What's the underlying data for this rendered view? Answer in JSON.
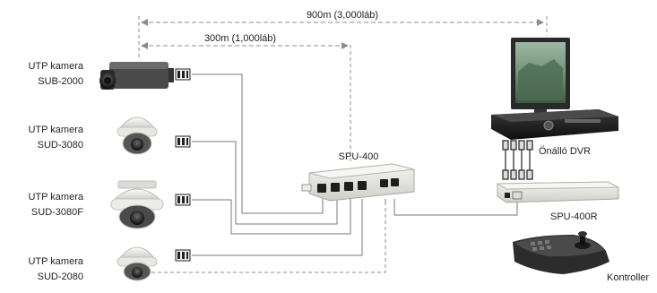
{
  "distances": {
    "long": "900m (3,000láb)",
    "short": "300m (1,000láb)"
  },
  "cameras": [
    {
      "type": "UTP kamera",
      "model": "SUB-2000",
      "icon": "box-camera-icon"
    },
    {
      "type": "UTP kamera",
      "model": "SUD-3080",
      "icon": "dome-camera-icon"
    },
    {
      "type": "UTP kamera",
      "model": "SUD-3080F",
      "icon": "dome-camera-icon"
    },
    {
      "type": "UTP kamera",
      "model": "SUD-2080",
      "icon": "dome-camera-icon"
    }
  ],
  "devices": {
    "hub": "SPU-400",
    "receiver": "SPU-400R",
    "dvr": "Önálló DVR",
    "controller": "Kontroller"
  },
  "colors": {
    "dashed": "#8c8c8c",
    "cable": "#7a7a7a",
    "device_body": "#e6e6e2"
  }
}
